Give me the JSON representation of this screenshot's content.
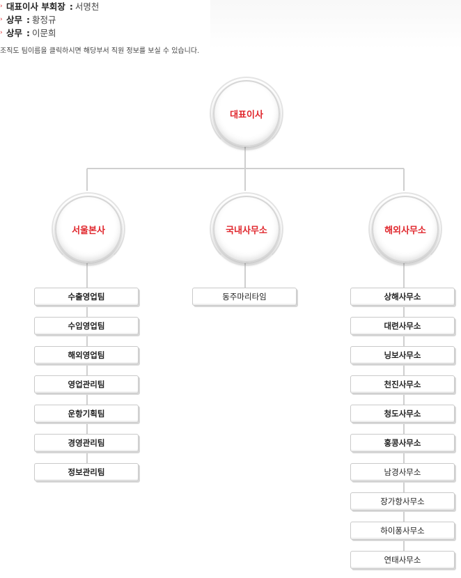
{
  "executives": [
    {
      "role": "대표이사 부회장",
      "name": "서명천"
    },
    {
      "role": "상무",
      "name": "황정규"
    },
    {
      "role": "상무",
      "name": "이문희"
    }
  ],
  "notice": "조직도 팀이름을 클릭하시면 해당부서 직원 정보를 보실 수 있습니다.",
  "org": {
    "ceo": "대표이사",
    "divisions": [
      {
        "name": "서울본사",
        "teams": [
          "수출영업팀",
          "수입영업팀",
          "해외영업팀",
          "영업관리팀",
          "운항기획팀",
          "경영관리팀",
          "정보관리팀"
        ]
      },
      {
        "name": "국내사무소",
        "teams": [
          "동주마리타임"
        ]
      },
      {
        "name": "해외사무소",
        "teams": [
          "상해사무소",
          "대련사무소",
          "닝보사무소",
          "천진사무소",
          "청도사무소",
          "홍콩사무소",
          "남경사무소",
          "장가항사무소",
          "하이퐁사무소",
          "연태사무소"
        ]
      }
    ]
  },
  "colors": {
    "accent": "#e0262c",
    "line": "#cfcfcf"
  }
}
